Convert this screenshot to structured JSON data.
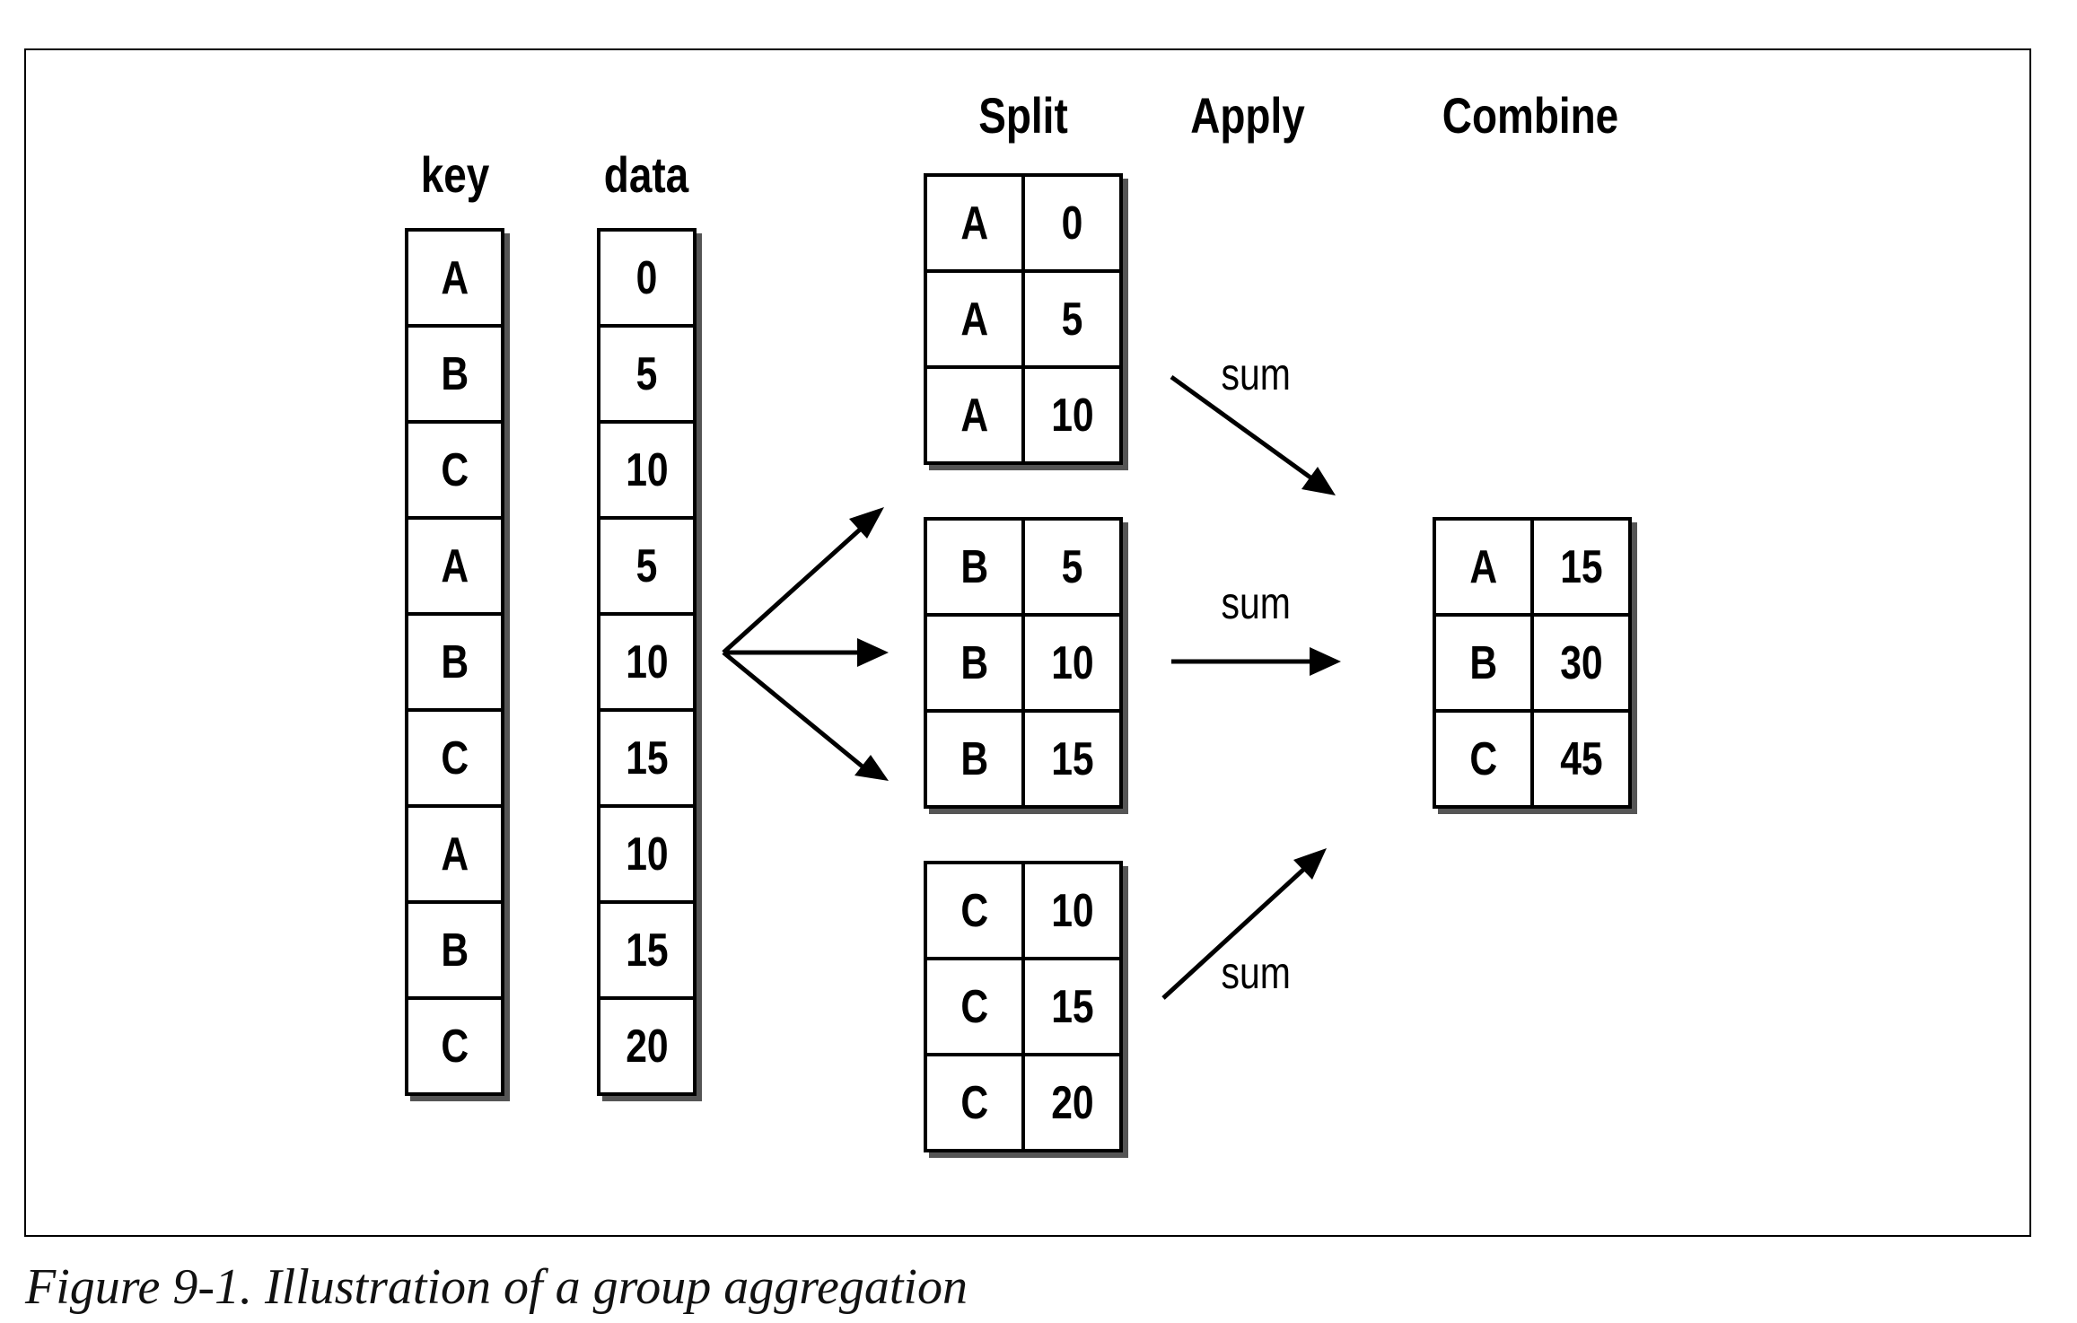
{
  "headers": {
    "key": "key",
    "data": "data",
    "split": "Split",
    "apply": "Apply",
    "combine": "Combine"
  },
  "key_column": [
    "A",
    "B",
    "C",
    "A",
    "B",
    "C",
    "A",
    "B",
    "C"
  ],
  "data_column": [
    "0",
    "5",
    "10",
    "5",
    "10",
    "15",
    "10",
    "15",
    "20"
  ],
  "split_groups": [
    {
      "rows": [
        {
          "key": "A",
          "value": "0"
        },
        {
          "key": "A",
          "value": "5"
        },
        {
          "key": "A",
          "value": "10"
        }
      ]
    },
    {
      "rows": [
        {
          "key": "B",
          "value": "5"
        },
        {
          "key": "B",
          "value": "10"
        },
        {
          "key": "B",
          "value": "15"
        }
      ]
    },
    {
      "rows": [
        {
          "key": "C",
          "value": "10"
        },
        {
          "key": "C",
          "value": "15"
        },
        {
          "key": "C",
          "value": "20"
        }
      ]
    }
  ],
  "apply_labels": [
    "sum",
    "sum",
    "sum"
  ],
  "combine_rows": [
    {
      "key": "A",
      "value": "15"
    },
    {
      "key": "B",
      "value": "30"
    },
    {
      "key": "C",
      "value": "45"
    }
  ],
  "caption": "Figure 9-1. Illustration of a group aggregation"
}
